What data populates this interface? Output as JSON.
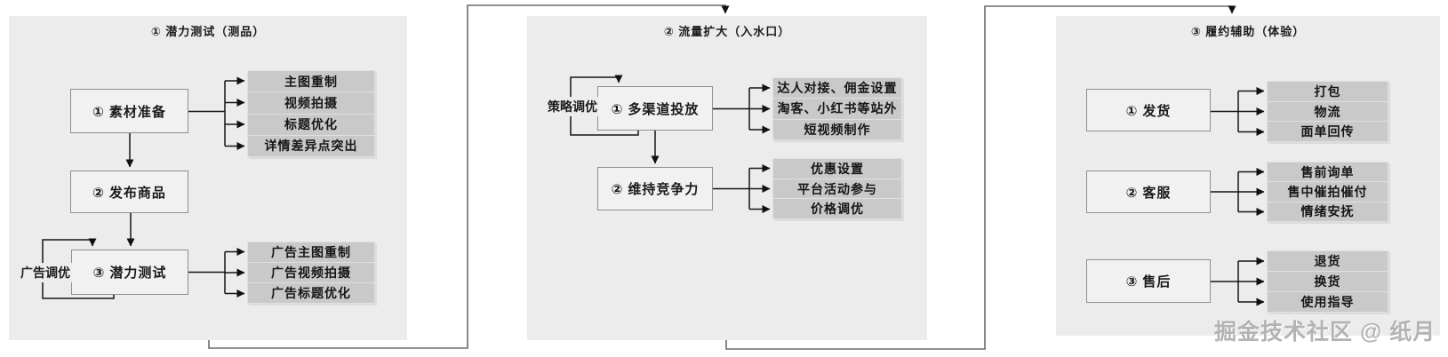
{
  "watermark": "掘金技术社区 @ 纸月",
  "panels": [
    {
      "title": "① 潜力测试（测品）",
      "loop_label": "广告调优",
      "steps": [
        "① 素材准备",
        "② 发布商品",
        "③ 潜力测试"
      ],
      "stacks": [
        {
          "items": [
            "主图重制",
            "视频拍摄",
            "标题优化",
            "详情差异点突出"
          ]
        },
        {
          "items": [
            "广告主图重制",
            "广告视频拍摄",
            "广告标题优化"
          ]
        }
      ]
    },
    {
      "title": "② 流量扩大（入水口）",
      "loop_label": "策略调优",
      "steps": [
        "① 多渠道投放",
        "② 维持竞争力"
      ],
      "stacks": [
        {
          "items": [
            "达人对接、佣金设置",
            "淘客、小红书等站外",
            "短视频制作"
          ]
        },
        {
          "items": [
            "优惠设置",
            "平台活动参与",
            "价格调优"
          ]
        }
      ]
    },
    {
      "title": "③ 履约辅助（体验）",
      "steps": [
        "① 发货",
        "② 客服",
        "③ 售后"
      ],
      "stacks": [
        {
          "items": [
            "打包",
            "物流",
            "面单回传"
          ]
        },
        {
          "items": [
            "售前询单",
            "售中催拍催付",
            "情绪安抚"
          ]
        },
        {
          "items": [
            "退货",
            "换货",
            "使用指导"
          ]
        }
      ]
    }
  ]
}
